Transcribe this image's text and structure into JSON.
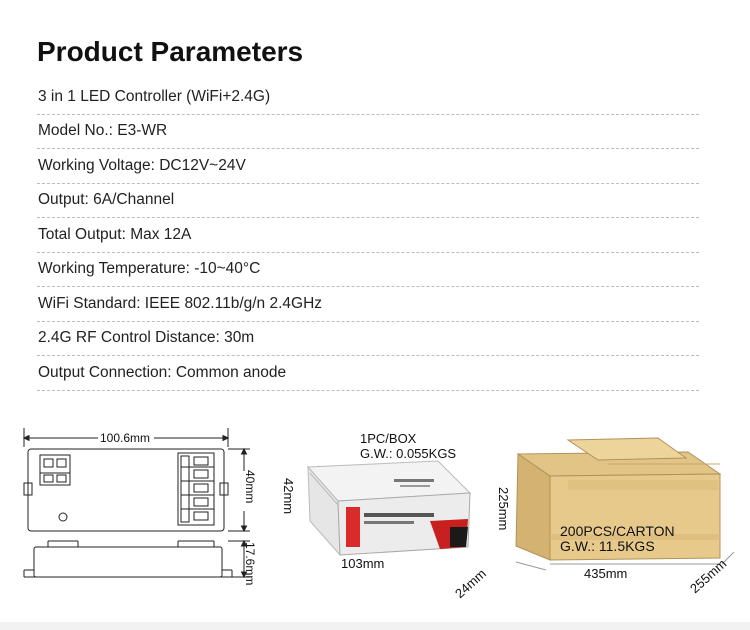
{
  "header": {
    "title": "Product Parameters"
  },
  "params": [
    "3 in 1 LED Controller (WiFi+2.4G)",
    "Model No.: E3-WR",
    "Working Voltage: DC12V~24V",
    "Output: 6A/Channel",
    "Total Output: Max 12A",
    "Working Temperature: -10~40°C",
    "WiFi Standard: IEEE 802.11b/g/n 2.4GHz",
    "2.4G RF Control Distance: 30m",
    "Output Connection: Common anode"
  ],
  "device_drawing": {
    "length": "100.6mm",
    "width": "40mm",
    "height": "17.6mm"
  },
  "box": {
    "qty": "1PC/BOX",
    "weight": "G.W.: 0.055KGS",
    "height": "42mm",
    "length": "103mm",
    "depth": "24mm"
  },
  "carton": {
    "qty": "200PCS/CARTON",
    "weight": "G.W.: 11.5KGS",
    "height": "225mm",
    "length": "435mm",
    "depth": "255mm"
  }
}
